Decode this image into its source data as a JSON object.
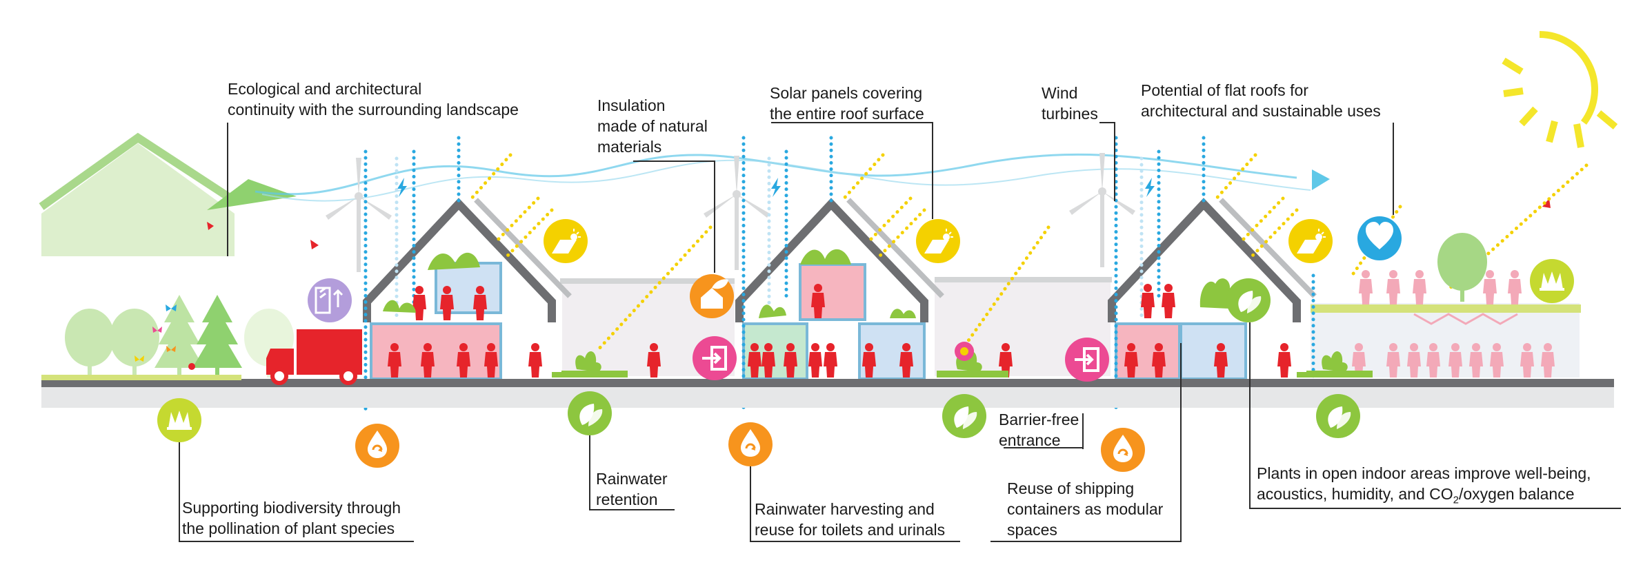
{
  "labels": {
    "ecological": "Ecological and architectural\ncontinuity with the surrounding landscape",
    "insulation": "Insulation\nmade of natural\nmaterials",
    "solar": "Solar panels covering\nthe entire roof surface",
    "wind": "Wind\nturbines",
    "flat_roofs": "Potential of flat roofs for\narchitectural and sustainable uses",
    "biodiversity": "Supporting biodiversity through\nthe pollination of plant species",
    "rain_retention": "Rainwater\nretention",
    "rain_harvest": "Rainwater harvesting and\nreuse for toilets and urinals",
    "barrier_free": "Barrier-free\nentrance",
    "containers": "Reuse of shipping\ncontainers as modular\nspaces",
    "plants_line1": "Plants in open indoor areas improve well-being,",
    "plants_line2_a": "acoustics, humidity, and CO",
    "plants_line2_sub": "2",
    "plants_line2_b": "/oxygen balance"
  },
  "icons": [
    "leaves-icon",
    "leaves-icon",
    "leaves-icon",
    "leaves-icon",
    "leaves-icon",
    "water-recycle-icon",
    "water-recycle-icon",
    "water-recycle-icon",
    "solar-panel-icon",
    "solar-panel-icon",
    "solar-panel-icon",
    "grass-icon",
    "grass-icon",
    "heart-icon",
    "house-leaf-icon",
    "plant-icon",
    "entrance-icon",
    "container-icon",
    "wind-turbine-icon",
    "lightning-icon",
    "sun-icon",
    "truck-icon",
    "tree-icon",
    "butterfly-icon",
    "bird-icon",
    "people-icon"
  ],
  "colors": {
    "green": "#8dc63f",
    "orange": "#f7941d",
    "yellow": "#f4d100",
    "blue": "#29a8e0",
    "pink": "#ec4a93",
    "purple": "#b39ddb",
    "red": "#e6242b",
    "gray": "#6d6e71",
    "wind_flow": "#5fc8e8",
    "ground": "#cfd2d3"
  }
}
